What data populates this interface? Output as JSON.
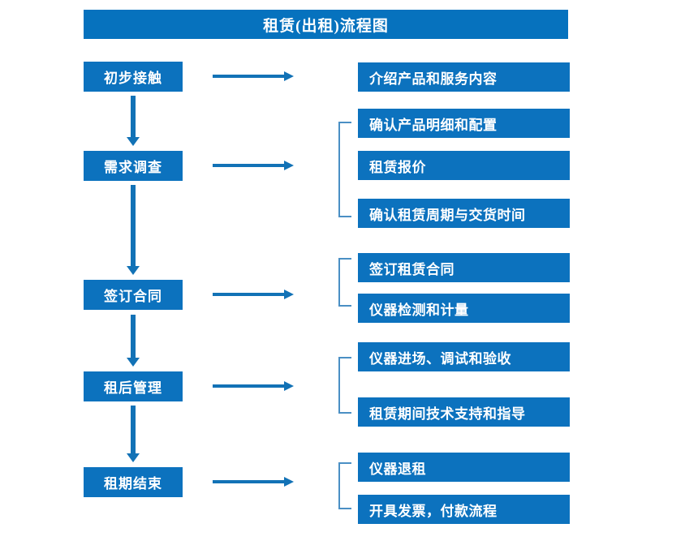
{
  "chart_data": {
    "type": "diagram",
    "title": "租赁(出租)流程图",
    "layout": "two-column flowchart: stages on the left connected top-to-bottom by down arrows; each stage points right to one or more detail boxes grouped by a bracket",
    "colors": {
      "box_fill": "#0C72BE",
      "title_fill": "#0672BE",
      "box_text": "#FFFFFF",
      "arrow": "#1272B6",
      "bracket": "#4A8FC4",
      "background": "#FFFFFF"
    },
    "stages": [
      {
        "label": "初步接触",
        "details": [
          "介绍产品和服务内容"
        ],
        "bracketed": false
      },
      {
        "label": "需求调查",
        "details": [
          "确认产品明细和配置",
          "租赁报价",
          "确认租赁周期与交货时间"
        ],
        "bracketed": true
      },
      {
        "label": "签订合同",
        "details": [
          "签订租赁合同",
          "仪器检测和计量"
        ],
        "bracketed": true
      },
      {
        "label": "租后管理",
        "details": [
          "仪器进场、调试和验收",
          "租赁期间技术支持和指导"
        ],
        "bracketed": true
      },
      {
        "label": "租期结束",
        "details": [
          "仪器退租",
          "开具发票，付款流程"
        ],
        "bracketed": true
      }
    ]
  },
  "header": {
    "title": "租赁(出租)流程图"
  },
  "stages": [
    {
      "label": "初步接触"
    },
    {
      "label": "需求调查"
    },
    {
      "label": "签订合同"
    },
    {
      "label": "租后管理"
    },
    {
      "label": "租期结束"
    }
  ],
  "details": {
    "g1": [
      {
        "label": "介绍产品和服务内容"
      }
    ],
    "g2": [
      {
        "label": "确认产品明细和配置"
      },
      {
        "label": "租赁报价"
      },
      {
        "label": "确认租赁周期与交货时间"
      }
    ],
    "g3": [
      {
        "label": "签订租赁合同"
      },
      {
        "label": "仪器检测和计量"
      }
    ],
    "g4": [
      {
        "label": "仪器进场、调试和验收"
      },
      {
        "label": "租赁期间技术支持和指导"
      }
    ],
    "g5": [
      {
        "label": "仪器退租"
      },
      {
        "label": "开具发票，付款流程"
      }
    ]
  }
}
